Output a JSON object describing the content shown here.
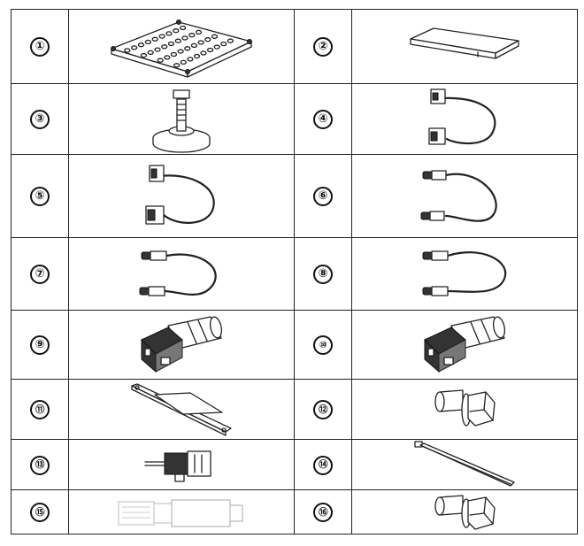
{
  "parts": [
    {
      "label": "①",
      "icon": "perforated-panel-icon"
    },
    {
      "label": "②",
      "icon": "flat-plate-icon"
    },
    {
      "label": "③",
      "icon": "leveling-foot-icon"
    },
    {
      "label": "④",
      "icon": "connector-cable-icon"
    },
    {
      "label": "⑤",
      "icon": "connector-cable-icon"
    },
    {
      "label": "⑥",
      "icon": "plug-cable-icon"
    },
    {
      "label": "⑦",
      "icon": "plug-cable-icon"
    },
    {
      "label": "⑧",
      "icon": "plug-cable-icon"
    },
    {
      "label": "⑨",
      "icon": "angled-motor-connector-icon"
    },
    {
      "label": "⑩",
      "icon": "angled-motor-connector-icon"
    },
    {
      "label": "⑪",
      "icon": "mounting-bracket-icon"
    },
    {
      "label": "⑫",
      "icon": "hex-bolt-icon"
    },
    {
      "label": "⑬",
      "icon": "terminal-connector-icon"
    },
    {
      "label": "⑭",
      "icon": "cable-tie-icon"
    },
    {
      "label": "⑮",
      "icon": "usb-stick-icon"
    },
    {
      "label": "⑯",
      "icon": "hex-bolt-icon"
    }
  ]
}
